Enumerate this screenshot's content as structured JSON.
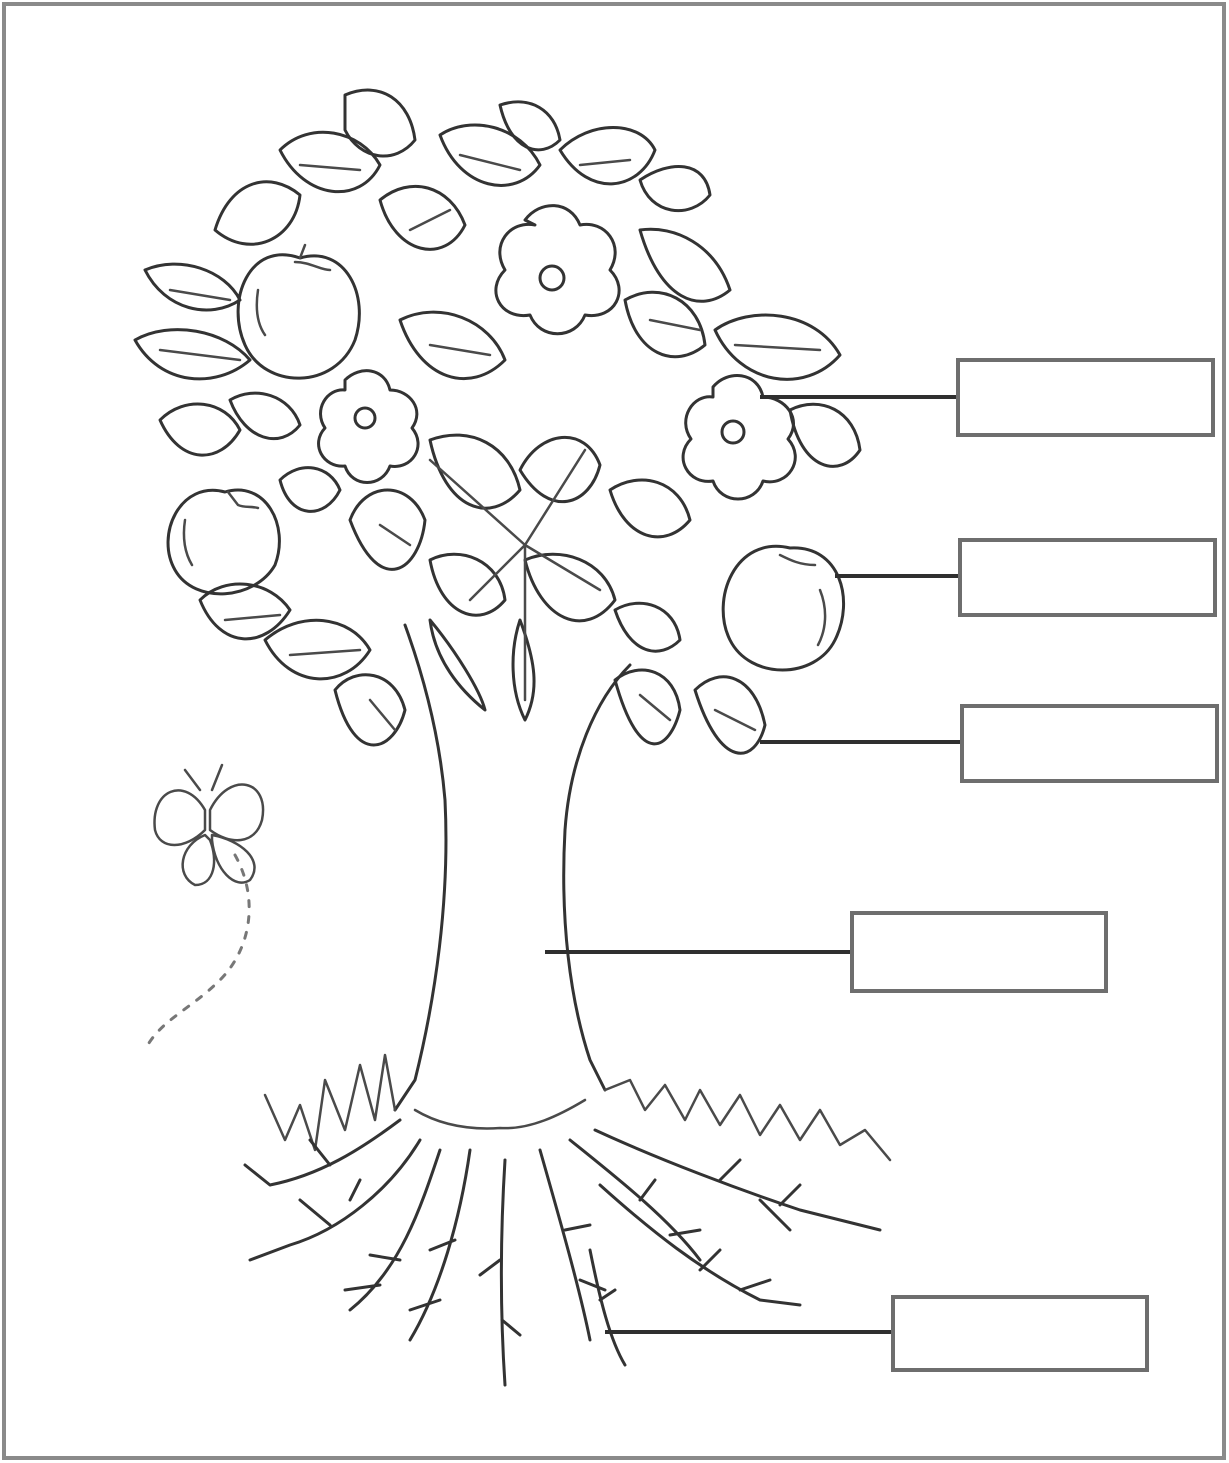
{
  "worksheet": {
    "labels": [
      {
        "part": "flower",
        "text": ""
      },
      {
        "part": "fruit",
        "text": ""
      },
      {
        "part": "leaf",
        "text": ""
      },
      {
        "part": "trunk",
        "text": ""
      },
      {
        "part": "roots",
        "text": ""
      }
    ]
  }
}
